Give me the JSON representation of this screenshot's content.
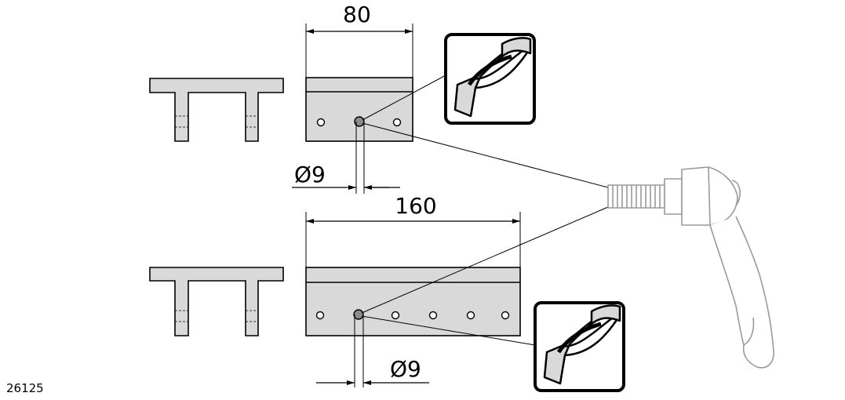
{
  "drawing": {
    "top_width_label": "80",
    "top_hole_label": "Ø9",
    "bottom_width_label": "160",
    "bottom_hole_label": "Ø9",
    "figure_number": "26125"
  },
  "colors": {
    "part_fill": "#d9d9d9",
    "line": "#000000",
    "handle_outline": "#9a9a9a",
    "hole_fill": "#8c8c8c"
  },
  "icons": {
    "drill_icon": "drill-bit-icon",
    "handle": "clamping-lever-icon"
  }
}
